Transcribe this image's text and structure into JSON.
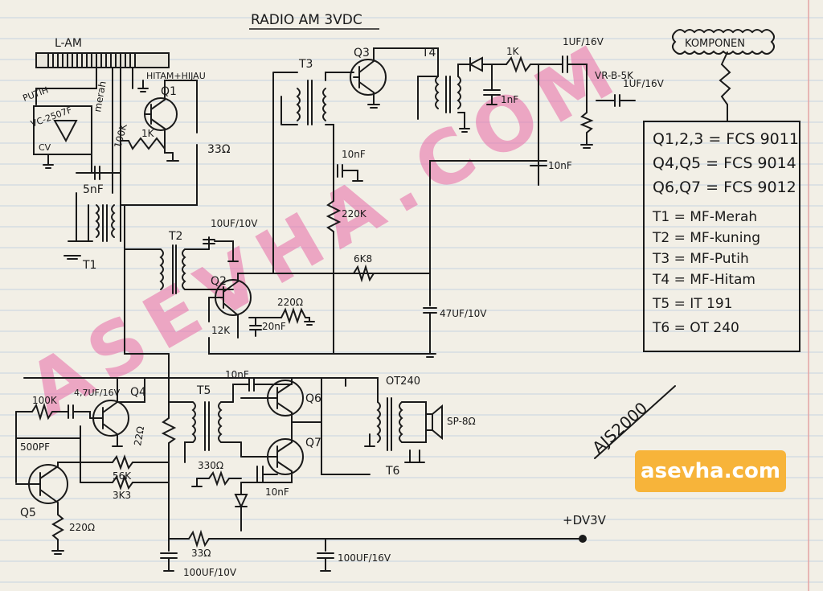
{
  "title": "RADIO AM 3VDC",
  "components_header": "KOMPONEN",
  "components": [
    "Q1,2,3 = FCS 9011",
    "Q4,Q5 = FCS 9014",
    "Q6,Q7 = FCS 9012",
    "T1 = MF-Merah",
    "T2 = MF-kuning",
    "T3 = MF-Putih",
    "T4 = MF-Hitam",
    "T5 = IT 191",
    "T6 = OT 240"
  ],
  "labels": {
    "antenna": "L-AM",
    "putih": "PUTIH",
    "merah": "merah",
    "hitam_hijau": "HITAM+HIJAU",
    "varco": "VC-2507F",
    "cv": "CV",
    "q1": "Q1",
    "q2": "Q2",
    "q3": "Q3",
    "q4": "Q4",
    "q5": "Q5",
    "q6": "Q6",
    "q7": "Q7",
    "t1": "T1",
    "t2": "T2",
    "t3": "T3",
    "t4": "T4",
    "t5": "T5",
    "t6": "T6",
    "ot240": "OT240",
    "r_100k_a": "100K",
    "r_1k_a": "1K",
    "r_33": "33Ω",
    "c_5nf": "5nF",
    "c_10uf_10v": "10UF/10V",
    "r_220k": "220K",
    "c_10nf_a": "10nF",
    "r_1k_b": "1K",
    "c_1nf": "1nF",
    "c_10nf_b": "10nF",
    "c_1uf_16v_a": "1UF/16V",
    "vr": "VR-B-5K",
    "c_1uf_16v_b": "1UF/16V",
    "r_6k8": "6K8",
    "r_220": "220Ω",
    "r_12k": "12K",
    "c_20nf": "20nF",
    "c_47uf": "47UF/10V",
    "r_100k_b": "100K",
    "c_4u7": "4,7UF/16V",
    "c_500pf": "500PF",
    "r_22": "22Ω",
    "r_56k": "56K",
    "r_3k3": "3K3",
    "r_220_b": "220Ω",
    "c_10nf_c": "10nF",
    "c_10nf_d": "10nF",
    "r_330": "330Ω",
    "spk": "SP-8Ω",
    "r_33_b": "33Ω",
    "c_100uf_a": "100UF/16V",
    "c_100uf_b": "100UF/10V",
    "vcc": "+DV3V",
    "signature": "AJS2000"
  },
  "watermark": {
    "text": "ASEVHA.COM",
    "badge": "asevha.com",
    "color": "#e86aa6",
    "badge_color": "#f7b43a"
  }
}
